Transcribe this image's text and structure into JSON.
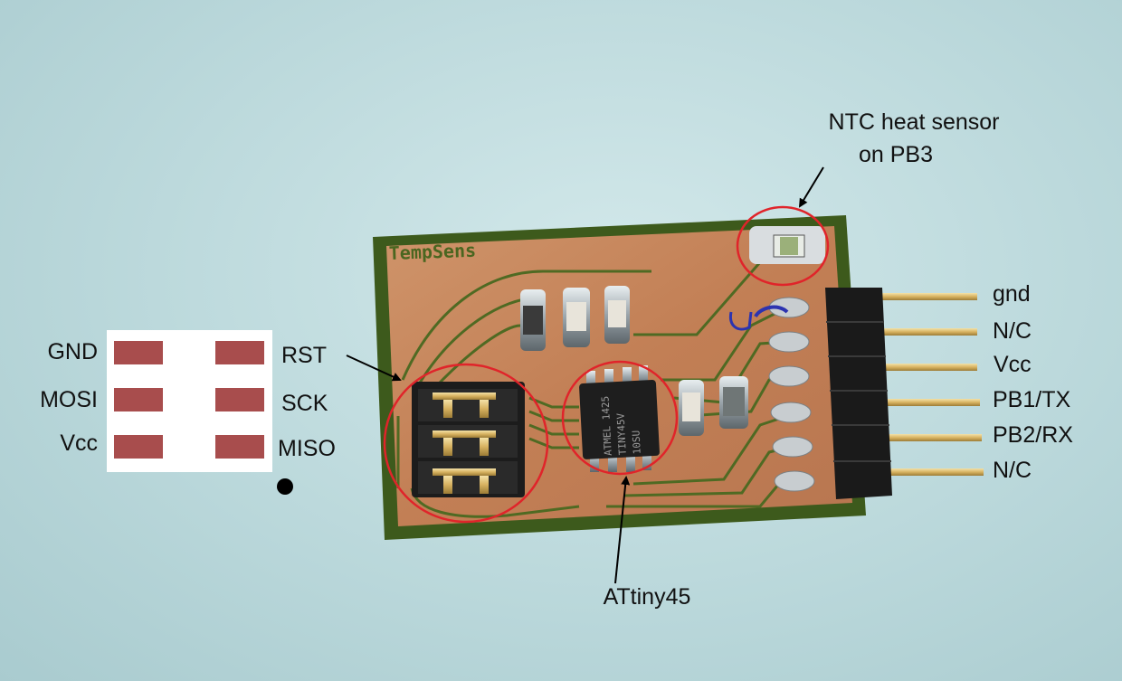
{
  "board": {
    "silkscreen": "TempSens",
    "chip_marking": [
      "ATMEL 1425",
      "TINY45V",
      "10SU"
    ]
  },
  "isp_header": {
    "left_labels": [
      "GND",
      "MOSI",
      "Vcc"
    ],
    "right_labels": [
      "RST",
      "SCK",
      "MISO"
    ]
  },
  "pin_header": {
    "labels": [
      "gnd",
      "N/C",
      "Vcc",
      "PB1/TX",
      "PB2/RX",
      "N/C"
    ]
  },
  "annotations": {
    "sensor_line1": "NTC heat sensor",
    "sensor_line2": "on PB3",
    "mcu": "ATtiny45"
  },
  "colors": {
    "pcb_copper": "#c4865a",
    "pcb_edge": "#3d5a1c",
    "pad": "#a84d4d",
    "circle": "#e0242a"
  }
}
